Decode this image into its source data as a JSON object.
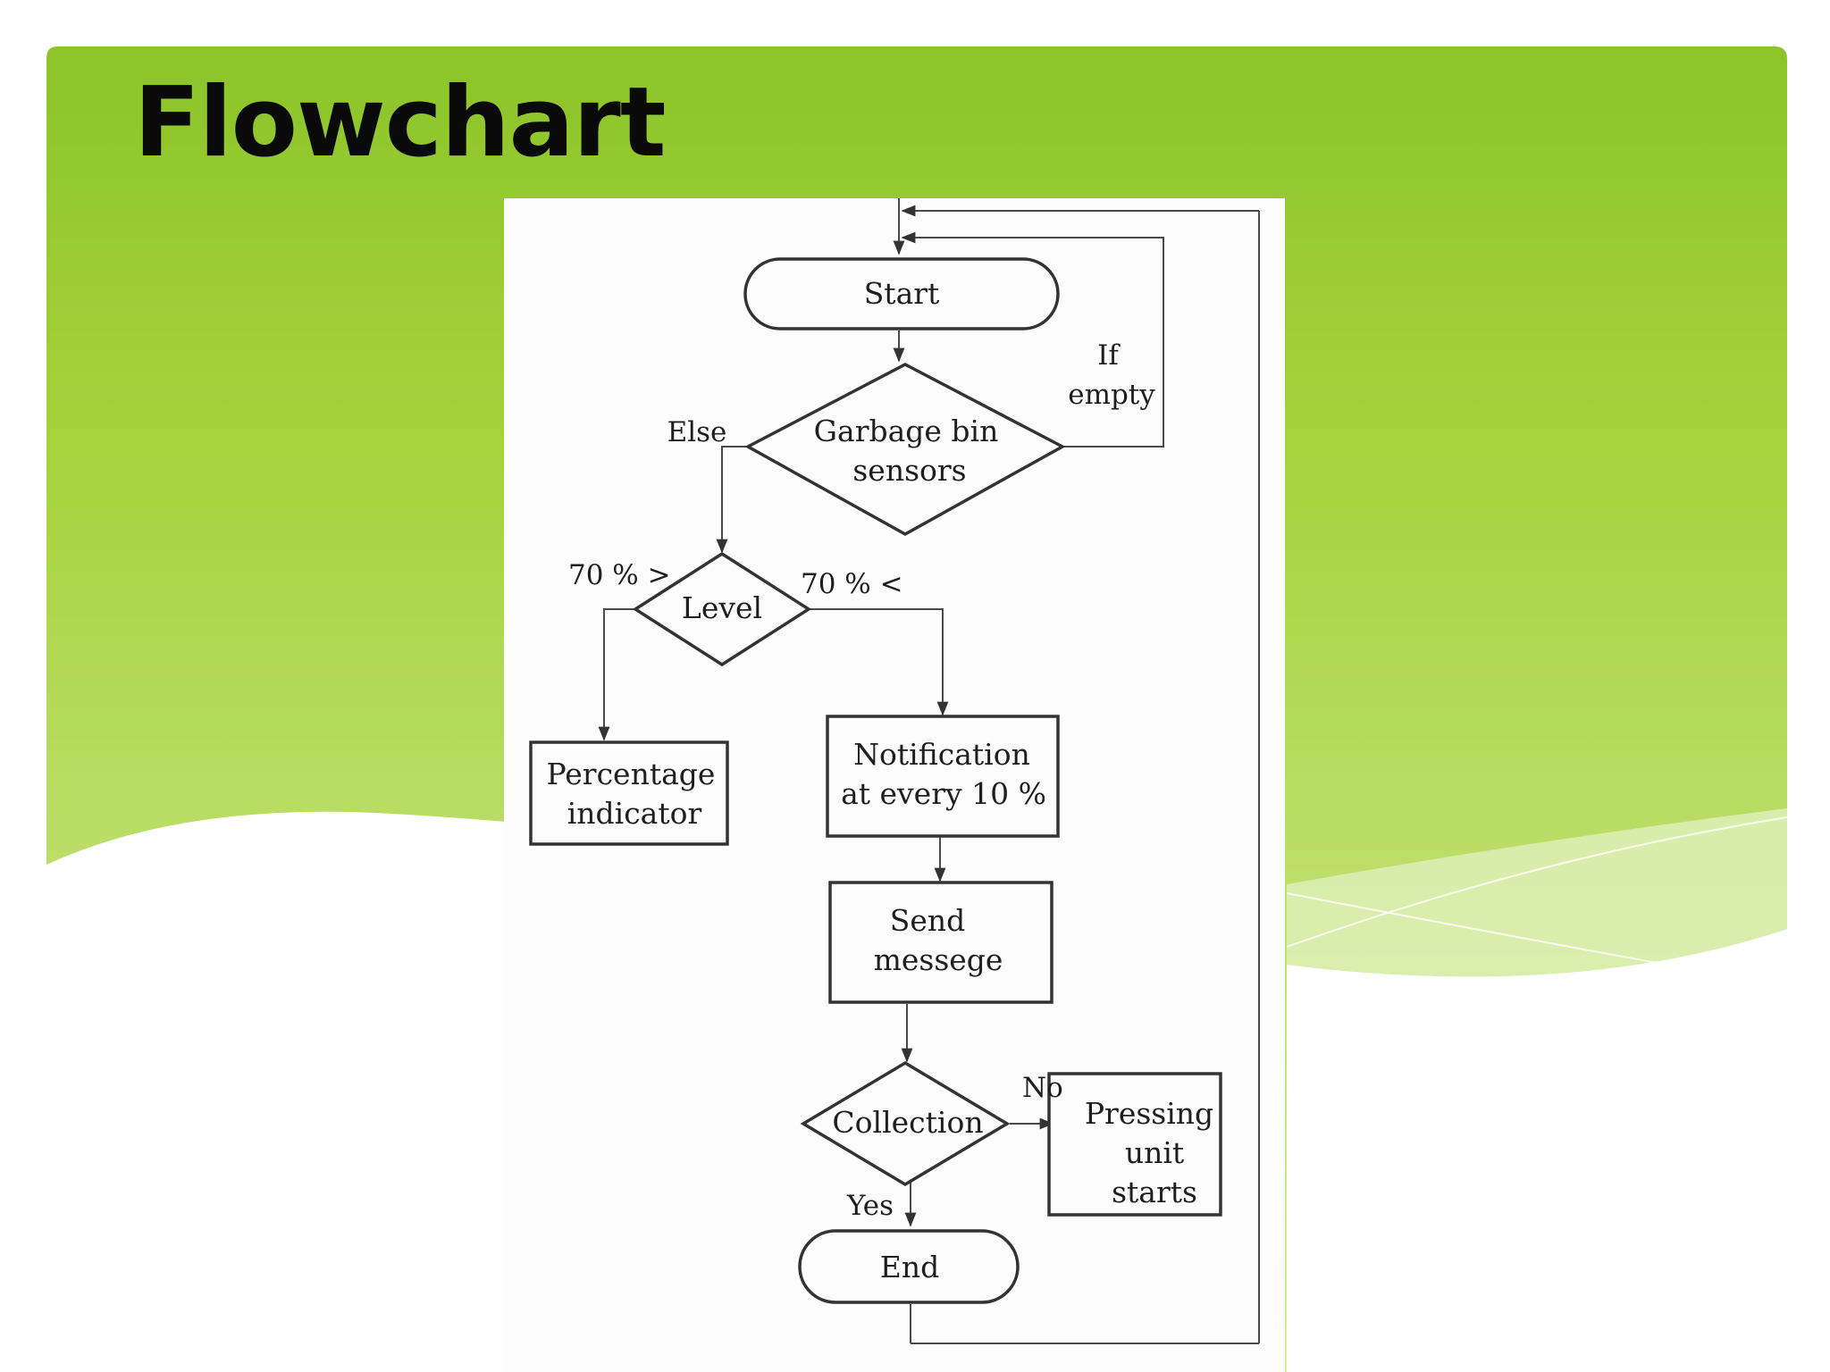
{
  "slide": {
    "title": "Flowchart"
  },
  "colors": {
    "banner_green_dark": "#8cc42a",
    "banner_green_light": "#d6ec9f",
    "panel_background": "#fdfcfd",
    "line_color": "#333333"
  },
  "flowchart": {
    "nodes": {
      "start": {
        "label": "Start"
      },
      "sensors": {
        "lines": [
          "Garbage bin",
          "sensors"
        ]
      },
      "level": {
        "label": "Level"
      },
      "percentage": {
        "lines": [
          "Percentage",
          "indicator"
        ]
      },
      "notification": {
        "lines": [
          "Notification",
          "at every 10 %"
        ]
      },
      "send": {
        "lines": [
          "Send",
          "messege"
        ]
      },
      "collection": {
        "label": "Collection"
      },
      "pressing": {
        "lines": [
          "Pressing",
          "unit",
          "starts"
        ]
      },
      "end": {
        "label": "End"
      }
    },
    "edge_labels": {
      "if_empty": [
        "If",
        "empty"
      ],
      "else": "Else",
      "level_low": "70 % >",
      "level_high": "70 % <",
      "no": "No",
      "yes": "Yes"
    }
  }
}
